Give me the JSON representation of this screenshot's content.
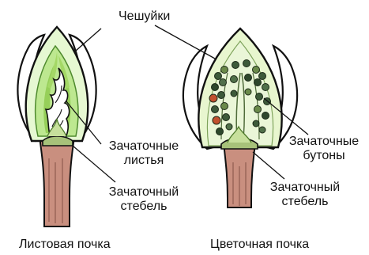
{
  "labels": {
    "scales": "Чешуйки",
    "embryonic_leaves_line1": "Зачаточные",
    "embryonic_leaves_line2": "листья",
    "embryonic_stem_left_line1": "Зачаточный",
    "embryonic_stem_left_line2": "стебель",
    "embryonic_buds_line1": "Зачаточные",
    "embryonic_buds_line2": "бутоны",
    "embryonic_stem_right_line1": "Зачаточный",
    "embryonic_stem_right_line2": "стебель"
  },
  "captions": {
    "leaf_bud": "Листовая почка",
    "flower_bud": "Цветочная почка"
  },
  "colors": {
    "stem": "#c98f7f",
    "inner_fill": "#ccf0a8",
    "leaf_green": "#8cc84b",
    "bud_dark": "#3d5a3a",
    "bud_red": "#c2502e",
    "outline": "#111111"
  }
}
